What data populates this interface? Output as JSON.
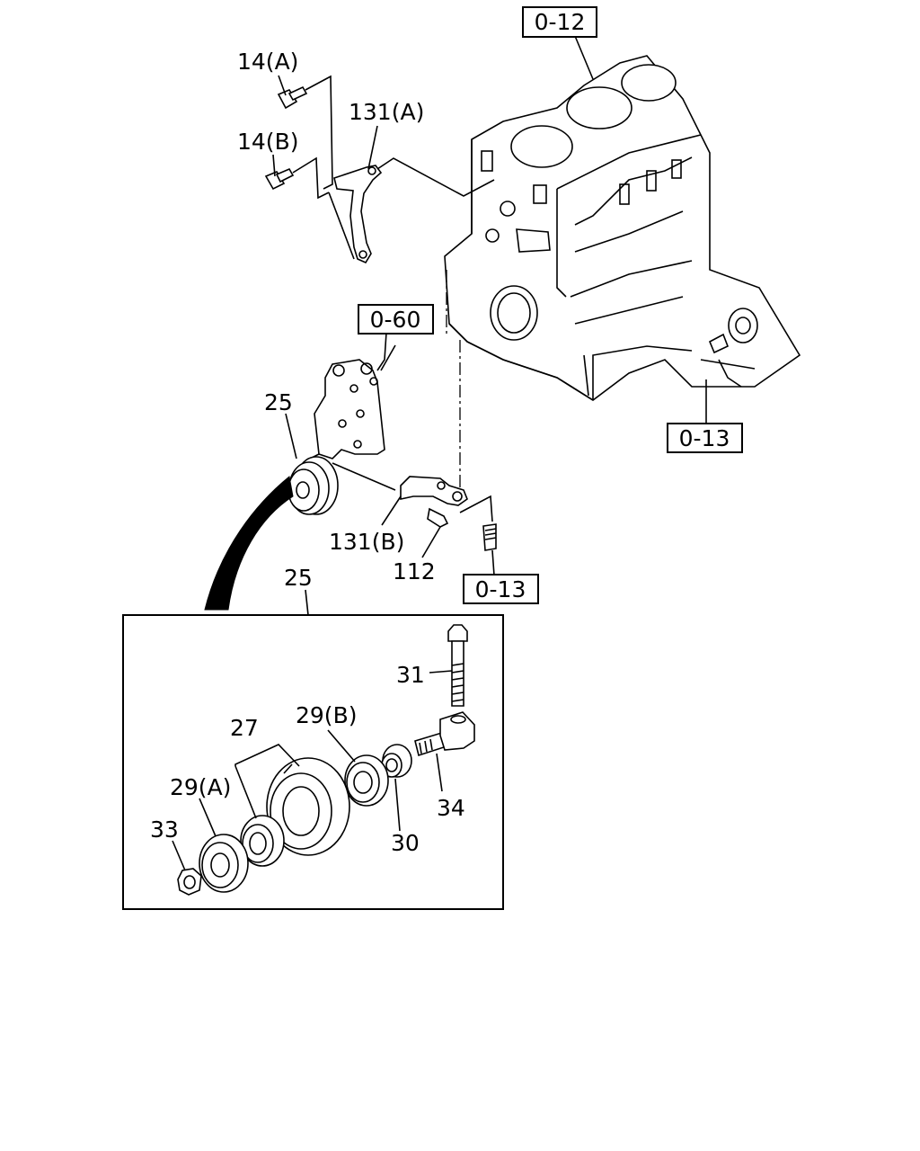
{
  "ref_boxes": {
    "cylinder_block_top": "0-12",
    "bracket": "0-60",
    "oil_pan": "0-13",
    "bolt_lower": "0-13"
  },
  "labels": {
    "bolt_14a": "14(A)",
    "bolt_14b": "14(B)",
    "bracket_131a": "131(A)",
    "pulley_25_top": "25",
    "bracket_131b": "131(B)",
    "bolt_112": "112",
    "detail_25": "25",
    "bolt_31": "31",
    "pulley_27": "27",
    "bearing_29b": "29(B)",
    "bearing_29a": "29(A)",
    "nut_33": "33",
    "shaft_34": "34",
    "collar_30": "30"
  }
}
